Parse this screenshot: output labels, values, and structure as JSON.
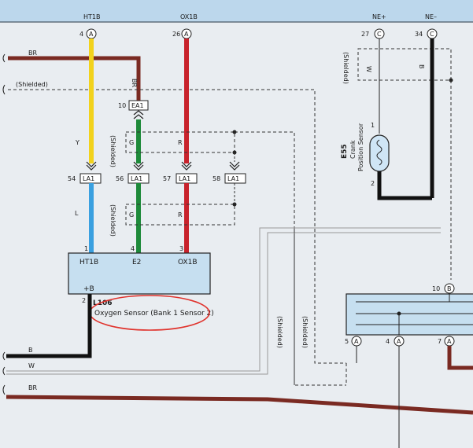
{
  "ecu_pins": {
    "ht1b": {
      "name": "HT1B",
      "num": "4",
      "conn": "A"
    },
    "ox1b": {
      "name": "OX1B",
      "num": "26",
      "conn": "A"
    },
    "ne_plus": {
      "name": "NE+",
      "num": "27",
      "conn": "C"
    },
    "ne_minus": {
      "name": "NE–",
      "num": "34",
      "conn": "C"
    },
    "b_10": {
      "num": "10",
      "conn": "B"
    },
    "a_5": {
      "num": "5",
      "conn": "A"
    },
    "a_4": {
      "num": "4",
      "conn": "A"
    },
    "a_7": {
      "num": "7",
      "conn": "A"
    }
  },
  "wire_labels": {
    "br_top": "BR",
    "shielded_top": "(Shielded)",
    "br_vertical": "BR",
    "y": "Y",
    "l": "L",
    "g_upper": "G",
    "g_lower": "G",
    "r_upper": "R",
    "r_lower": "R",
    "shielded_upper": "(Shielded)",
    "shielded_lower": "(Shielded)",
    "shielded_right": "(Shielded)",
    "w_crank": "W",
    "b_crank": "B",
    "b_bottom": "B",
    "w_bottom": "W",
    "br_bottom": "BR",
    "shielded_mid1": "(Shielded)",
    "shielded_mid2": "(Shielded)"
  },
  "connectors": {
    "ea1": {
      "num": "10",
      "label": "EA1"
    },
    "la1_54": {
      "num": "54",
      "label": "LA1"
    },
    "la1_56": {
      "num": "56",
      "label": "LA1"
    },
    "la1_57": {
      "num": "57",
      "label": "LA1"
    },
    "la1_58": {
      "num": "58",
      "label": "LA1"
    }
  },
  "sensor": {
    "pin_ht1b": "HT1B",
    "pin_e2": "E2",
    "pin_ox1b": "OX1B",
    "pin_plus_b": "+B",
    "pin1": "1",
    "pin4": "4",
    "pin3": "3",
    "pin2": "2",
    "code": "L106",
    "name": "Oxygen Sensor (Bank 1 Sensor 2)"
  },
  "crank_sensor": {
    "code": "E55",
    "name_line1": "Crank",
    "name_line2": "Position Sensor",
    "pin1": "1",
    "pin2": "2"
  },
  "colors": {
    "yellow": "#f2d21c",
    "brown": "#7a2a22",
    "red": "#c8232c",
    "green": "#1e8a3a",
    "blue": "#3aa0e0",
    "black": "#111111",
    "box_fill": "#c6dff0",
    "highlight": "#e0322c"
  }
}
